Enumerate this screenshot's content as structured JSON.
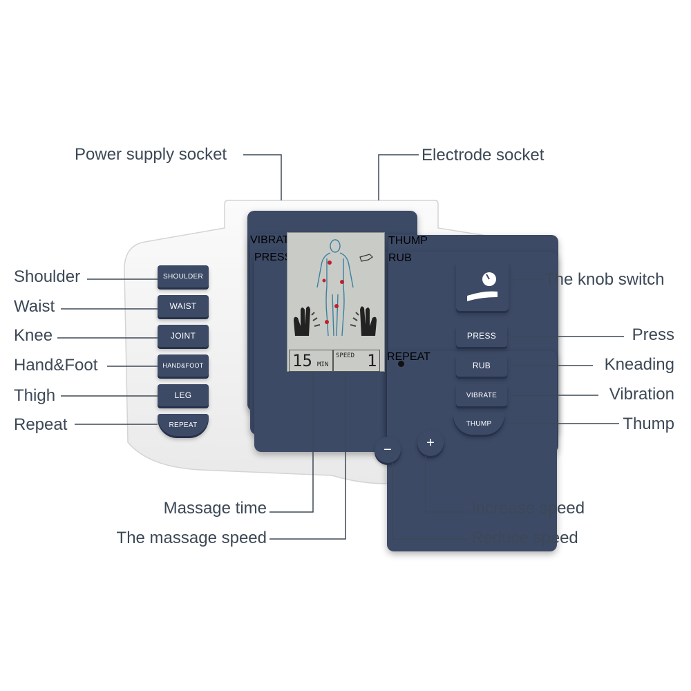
{
  "callouts": {
    "power_supply_socket": "Power supply socket",
    "electrode_socket": "Electrode socket",
    "shoulder": "Shoulder",
    "waist": "Waist",
    "knee": "Knee",
    "hand_foot": "Hand&Foot",
    "thigh": "Thigh",
    "repeat": "Repeat",
    "knob_switch": "The knob switch",
    "press": "Press",
    "kneading": "Kneading",
    "vibration": "Vibration",
    "thump": "Thump",
    "massage_time": "Massage time",
    "massage_speed": "The massage speed",
    "increase_speed": "Increase speed",
    "reduce_speed": "Reduce speed"
  },
  "device": {
    "left_buttons": [
      "SHOULDER",
      "WAIST",
      "JOINT",
      "HAND&FOOT",
      "LEG",
      "REPEAT"
    ],
    "right_buttons": [
      "PRESS",
      "RUB",
      "VIBRATE",
      "THUMP"
    ],
    "screen_modes": {
      "vibrate": "VIBRATE",
      "press": "PRESS",
      "thump": "THUMP",
      "rub": "RUB",
      "repeat": "REPEAT"
    },
    "lcd": {
      "time_value": "15",
      "time_unit": "MIN",
      "speed_label": "SPEED",
      "speed_value": "1"
    },
    "minus_symbol": "−",
    "plus_symbol": "+"
  },
  "colors": {
    "button": "#3c4a66",
    "text": "#3c4856",
    "body": "#f6f6f6",
    "lcd": "#c9cbc6"
  }
}
